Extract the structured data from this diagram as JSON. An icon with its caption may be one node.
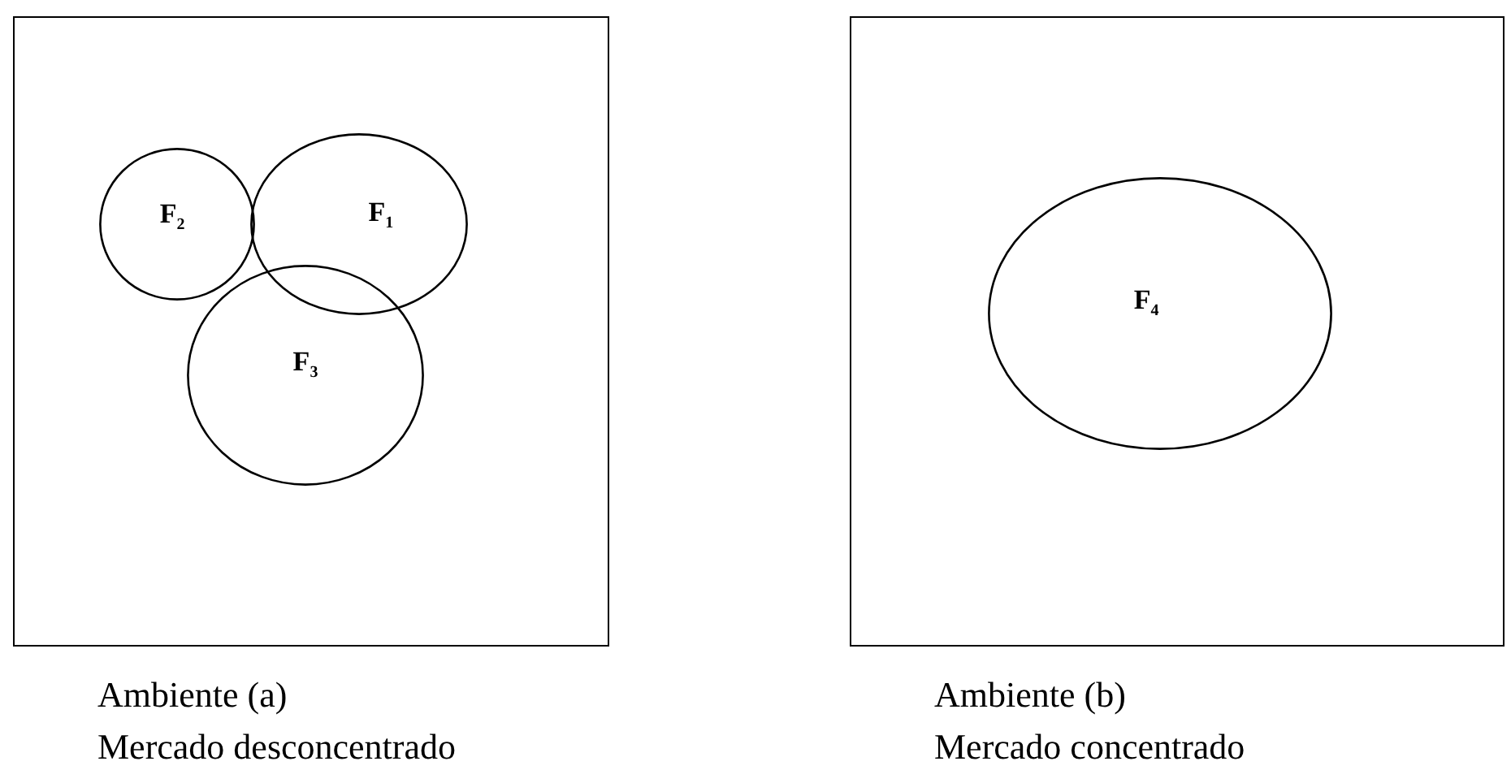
{
  "diagram": {
    "nodes": [
      {
        "text": [],
        "shape": "box",
        "beside": [
          "Ambiente (a)",
          "Mercado desconcentrado"
        ]
      },
      {
        "text": [
          "F$_{2}$"
        ],
        "in": 0
      },
      {
        "text": [
          "F$_{1}$"
        ],
        "in": 0
      },
      {
        "text": [
          "F$_{3}$"
        ],
        "in": 0
      },
      {
        "text": [],
        "shape": "box",
        "beside": [
          "Ambiente (b)",
          "Mercado concentrado"
        ]
      },
      {
        "text": [
          "F$_{4}$"
        ],
        "in": 4
      }
    ]
  }
}
